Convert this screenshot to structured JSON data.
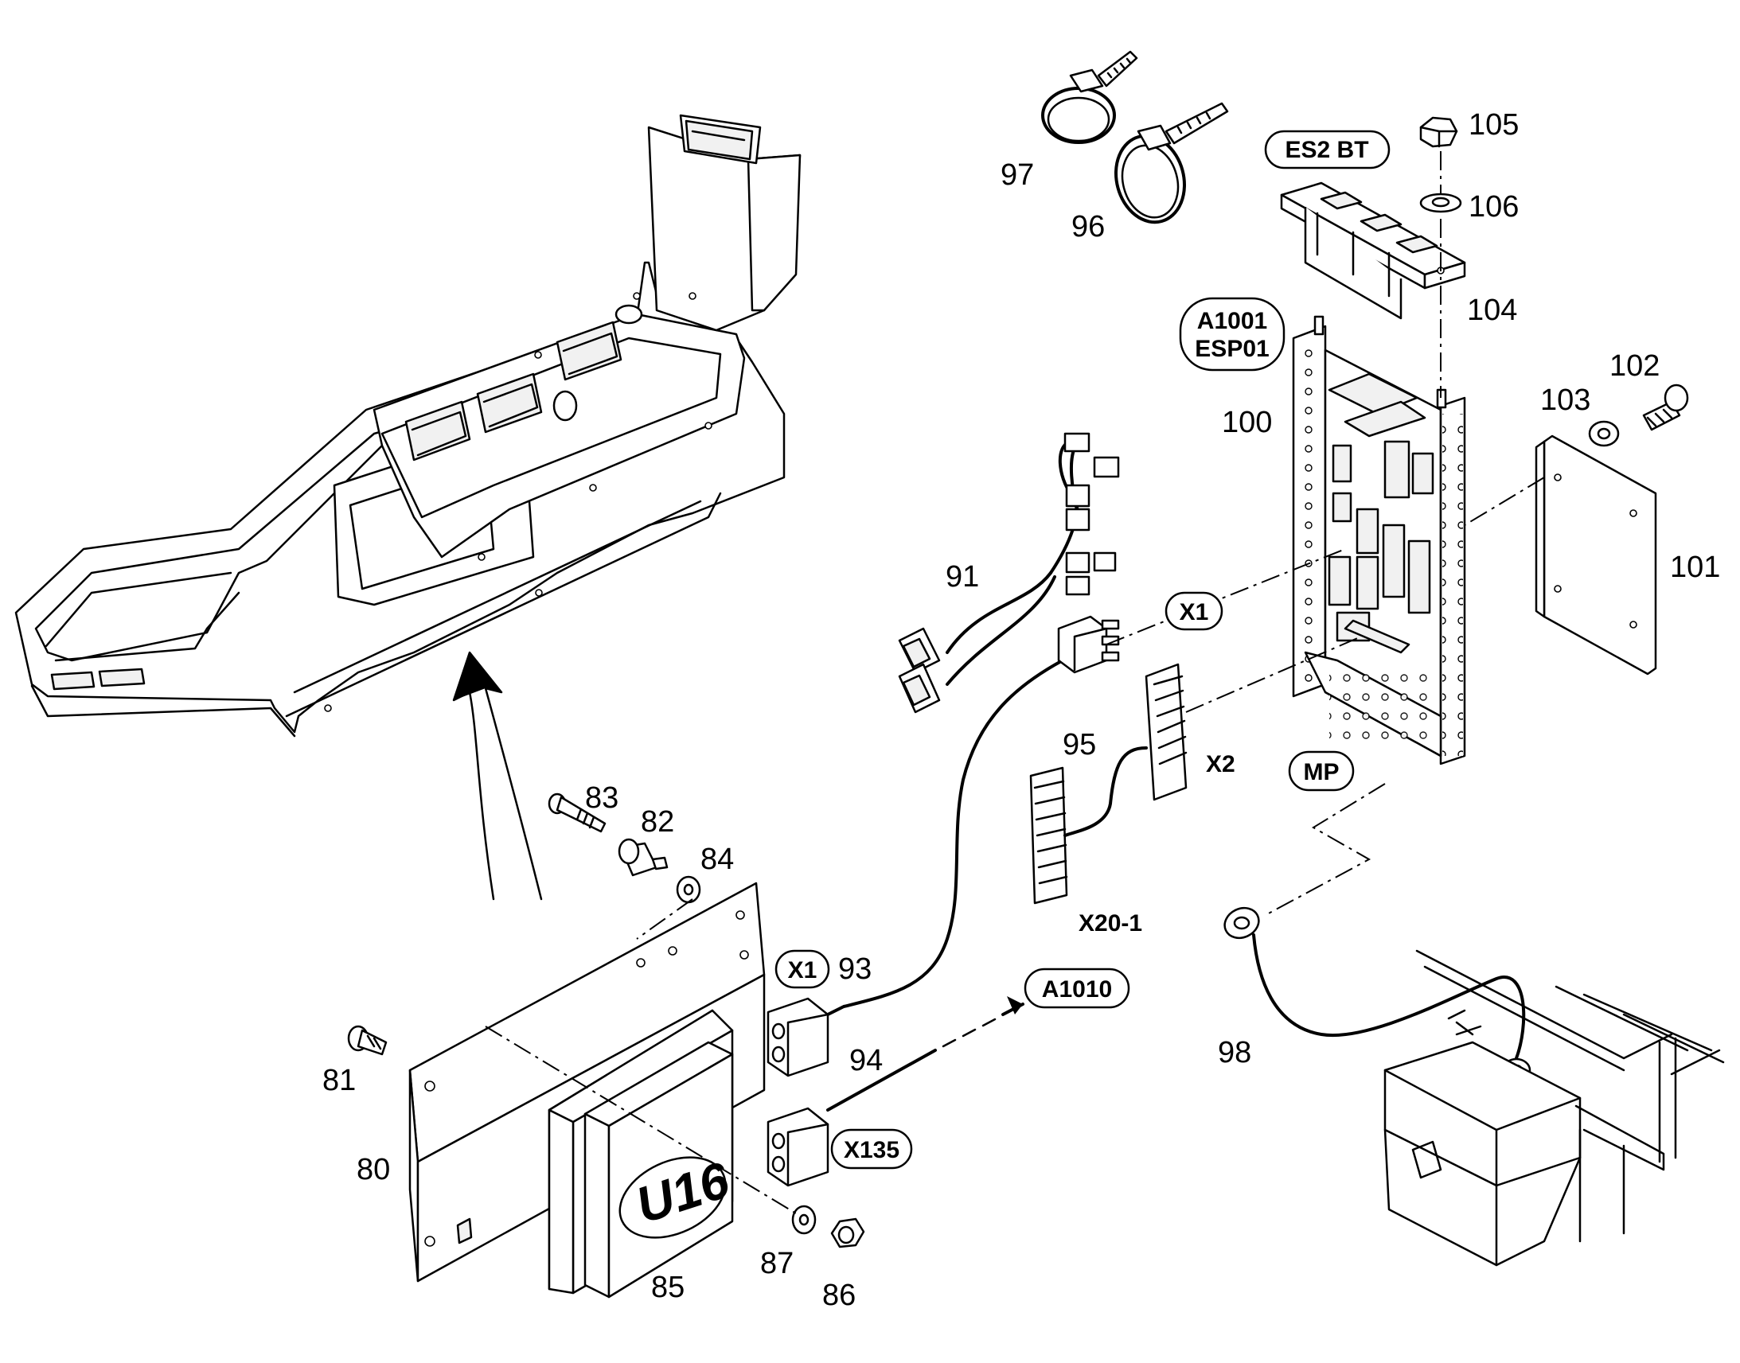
{
  "callouts": {
    "n80": "80",
    "n81": "81",
    "n82": "82",
    "n83": "83",
    "n84": "84",
    "n85": "85",
    "n86": "86",
    "n87": "87",
    "n91": "91",
    "n93": "93",
    "n94": "94",
    "n95": "95",
    "n96": "96",
    "n97": "97",
    "n98": "98",
    "n100": "100",
    "n101": "101",
    "n102": "102",
    "n103": "103",
    "n104": "104",
    "n105": "105",
    "n106": "106"
  },
  "tags": {
    "es2bt": "ES2 BT",
    "a1001": "A1001",
    "esp01": "ESP01",
    "x1_top": "X1",
    "x2": "X2",
    "mp": "MP",
    "x20_1": "X20-1",
    "x1_bottom": "X1",
    "a1010": "A1010",
    "x135": "X135"
  },
  "module_label": "U16"
}
